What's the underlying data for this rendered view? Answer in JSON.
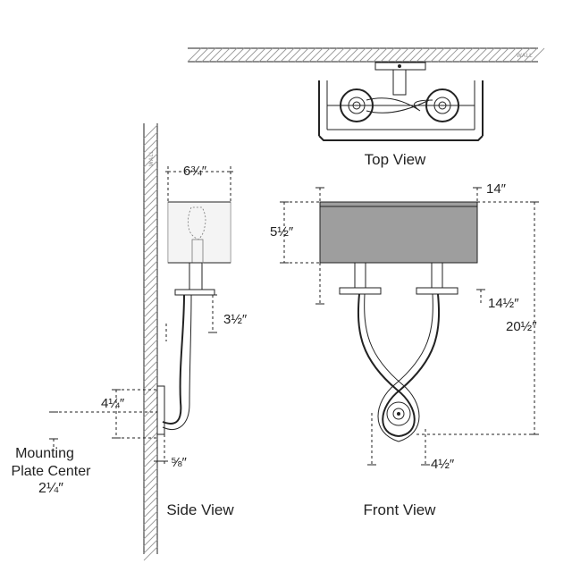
{
  "wall_label": "WALL",
  "views": {
    "top": "Top View",
    "side": "Side View",
    "front": "Front View"
  },
  "dimensions": {
    "side_shade_width": "6¾″",
    "side_arm_height": "3½″",
    "side_plate_height": "4¼″",
    "side_plate_depth": "⅝″",
    "front_width": "14″",
    "front_shade_height": "5½″",
    "front_arm_height": "14½″",
    "front_total_height": "20½″",
    "front_plate_width": "4½″"
  },
  "mounting_note": {
    "line1": "Mounting",
    "line2": "Plate Center",
    "line3": "2¼″"
  },
  "colors": {
    "line": "#222222",
    "hatch": "#9a9a9a",
    "shade": "#9e9e9e"
  }
}
